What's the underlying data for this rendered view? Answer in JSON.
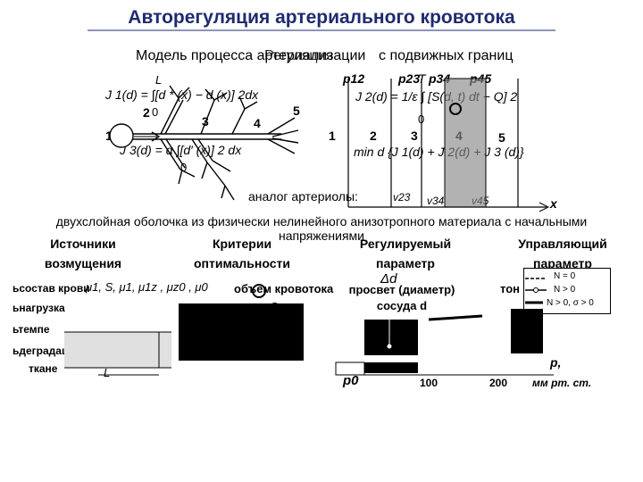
{
  "title": "Авторегуляция артериального кровотока",
  "top_left": {
    "heading": "Модель процесса артериализации",
    "L": "L",
    "eq1": "J 1(d) = ∫[d * (x) − d (x)] 2dx",
    "lower0": "0",
    "n1": "1",
    "n2": "2",
    "n3": "3",
    "n4": "4",
    "n5": "5",
    "eq2": "J 3(d) = α ∫[d′ (x)] 2 dx",
    "lower0b": "0"
  },
  "top_right": {
    "heading": "Регуляция",
    "heading_suffix": "с подвижных границ",
    "p12": "p12",
    "p23": "p23",
    "T": "T",
    "p34": "p34",
    "p45": "p45",
    "eq": "J 2(d) = 1/ε ∫ [S(d, t) dt − Q] 2",
    "zero": "0",
    "n1": "1",
    "n2": "2",
    "n3": "3",
    "n4": "4",
    "n5": "5",
    "min": "min d {J 1(d) + J 2(d) + J 3 (d)}",
    "analog": "аналог артериолы:",
    "v23": "v23",
    "v34": "v34",
    "v45": "v45",
    "x": "x"
  },
  "subtitle": "двухслойная оболочка из физически нелинейного анизотропного материала с начальными напряжениями",
  "headers": {
    "sources": "Источники возмущения",
    "criteria": "Критерии оптимальности",
    "regulated": "Регулируемый параметр",
    "control": "Управляющий параметр"
  },
  "left_list": [
    "ьсостав крови",
    "ьнагрузка",
    "ьтемпе",
    "ьдеградация",
    "ткане"
  ],
  "params": "μ1, S, μ1, μ1z , μz0 , μ0",
  "volume": "объем кровотока",
  "Q": "Q",
  "L_lbl": "L",
  "d_lbl": "d",
  "regulated_text": "просвет (диаметр) сосуда d",
  "delta_d": "Δd",
  "tone": "тон",
  "legend": [
    "N = 0",
    "N > 0",
    "N > 0, σ > 0"
  ],
  "p0": "p0",
  "tick100": "100",
  "tick200": "200",
  "p_units": "p,",
  "units": "мм рт. ст."
}
